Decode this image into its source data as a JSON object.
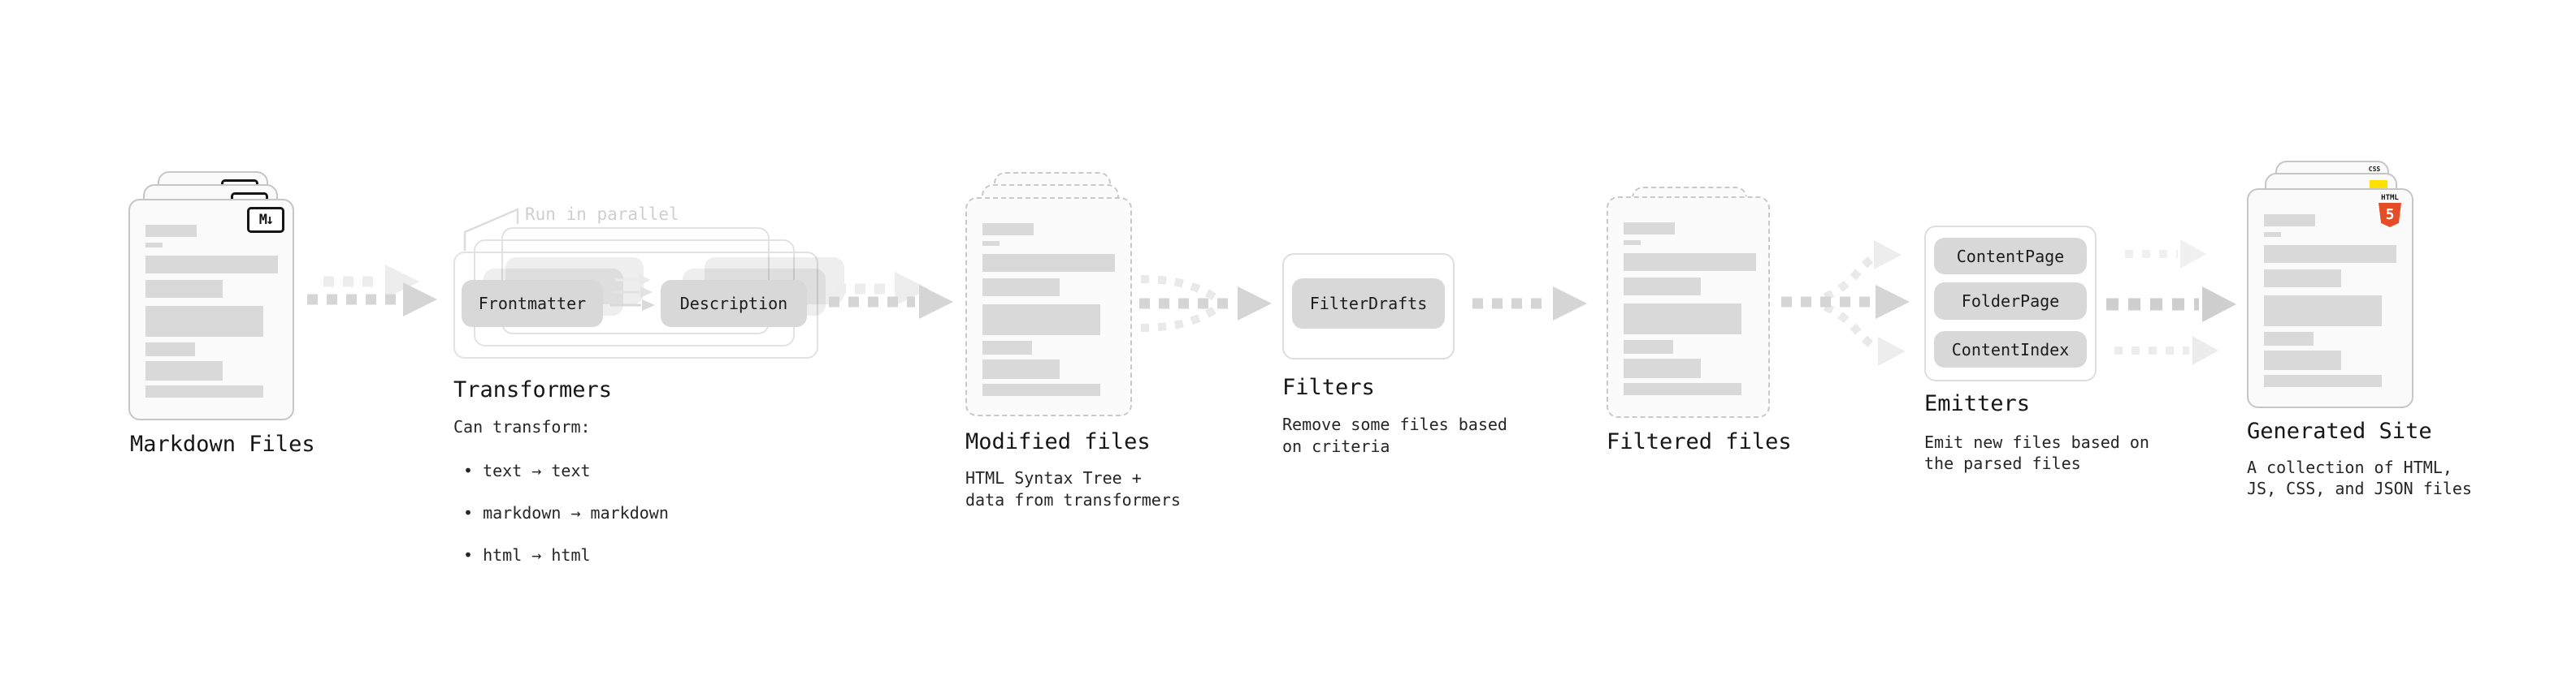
{
  "diagram": {
    "markdown_files": {
      "label": "Markdown Files",
      "badge": "M↓"
    },
    "transformers": {
      "annotation": "Run in parallel",
      "transformer_1": "Frontmatter",
      "transformer_2": "Description",
      "label": "Transformers",
      "notes_title": "Can transform:",
      "notes": [
        "• text → text",
        "• markdown → markdown",
        "• html → html"
      ]
    },
    "modified_files": {
      "label": "Modified files",
      "description": "HTML Syntax Tree +\ndata from transformers"
    },
    "filters": {
      "filter_1": "FilterDrafts",
      "label": "Filters",
      "description": "Remove some files based\non criteria"
    },
    "filtered_files": {
      "label": "Filtered files"
    },
    "emitters": {
      "emitter_1": "ContentPage",
      "emitter_2": "FolderPage",
      "emitter_3": "ContentIndex",
      "label": "Emitters",
      "description": "Emit new files based on\nthe parsed files"
    },
    "generated_site": {
      "label": "Generated Site",
      "description": "A collection of HTML,\nJS, CSS, and JSON files",
      "badge_html": "HTML",
      "badge_html_number": "5",
      "badge_css": "CSS"
    }
  }
}
